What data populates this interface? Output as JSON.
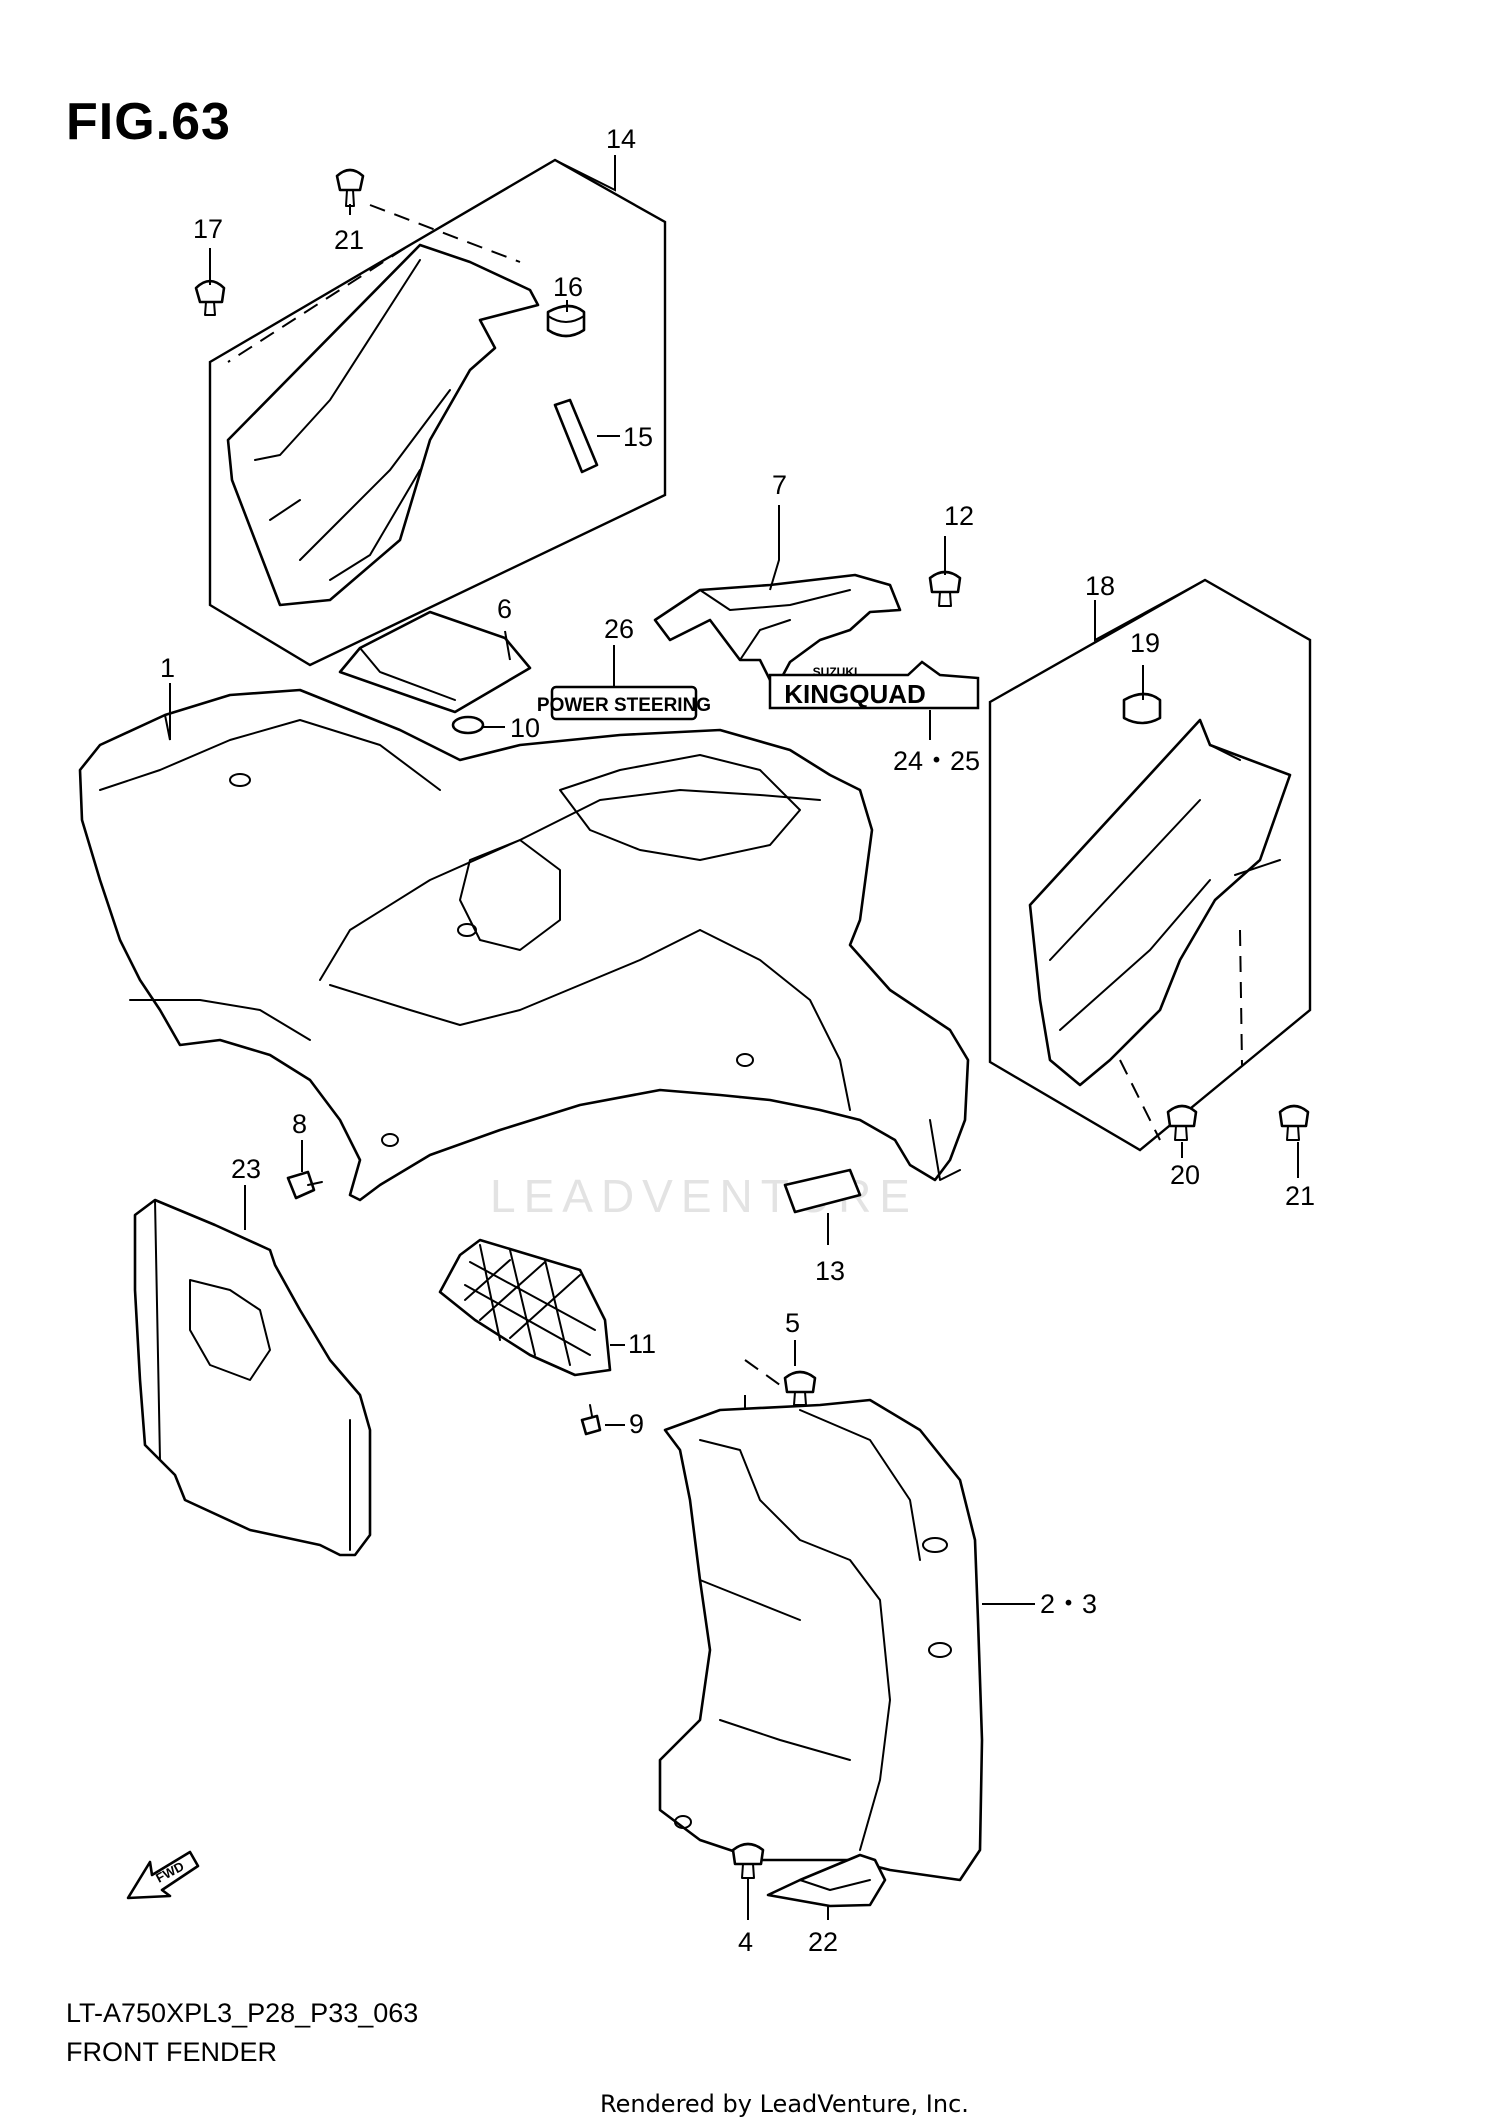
{
  "header": {
    "figure_title": "FIG.63"
  },
  "footer": {
    "model_code": "LT-A750XPL3_P28_P33_063",
    "diagram_name": "FRONT FENDER",
    "credit": "Rendered by LeadVenture, Inc."
  },
  "watermark": {
    "text": "LEADVENTURE"
  },
  "decals": {
    "power_steering": "POWER STEERING",
    "kingquad": "KINGQUAD",
    "suzuki": "SUZUKI"
  },
  "arrow": {
    "fwd_label": "FWD"
  },
  "callouts": {
    "c1": "1",
    "c2_3": "2・3",
    "c4": "4",
    "c5": "5",
    "c6": "6",
    "c7": "7",
    "c8": "8",
    "c9": "9",
    "c10": "10",
    "c11": "11",
    "c12": "12",
    "c13": "13",
    "c14": "14",
    "c15": "15",
    "c16": "16",
    "c17": "17",
    "c18": "18",
    "c19": "19",
    "c20": "20",
    "c21a": "21",
    "c21b": "21",
    "c22": "22",
    "c23": "23",
    "c24_25": "24・25",
    "c26": "26"
  }
}
